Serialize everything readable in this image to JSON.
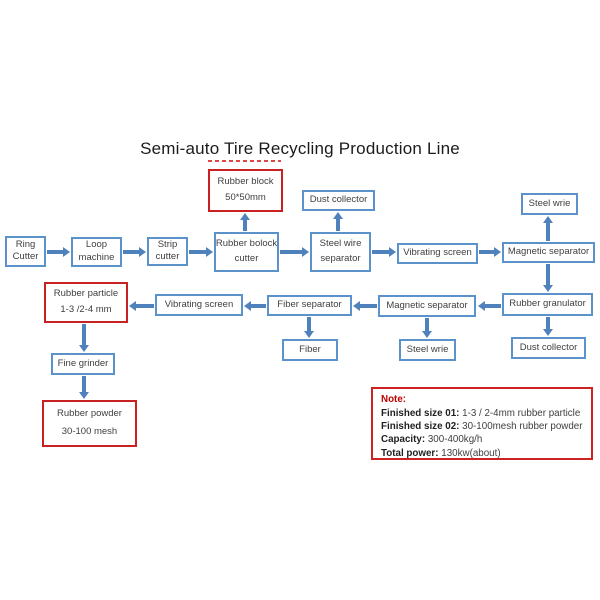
{
  "title": "Semi-auto Tire Recycling Production Line",
  "colors": {
    "box_border": "#5b92c9",
    "highlight_border": "#c92121",
    "arrow": "#4f81bd",
    "note_border": "#cc2222",
    "note_heading": "#c00000"
  },
  "nodes": {
    "ring_cutter": {
      "line1": "Ring",
      "line2": "Cutter"
    },
    "loop_machine": {
      "line1": "Loop",
      "line2": "machine"
    },
    "strip_cutter": {
      "line1": "Strip",
      "line2": "cutter"
    },
    "rubber_bolock_cutter": {
      "line1": "Rubber bolock",
      "line2": "cutter"
    },
    "steel_wire_separator": {
      "line1": "Steel wire",
      "line2": "separator"
    },
    "vibrating_screen_1": {
      "label": "Vibrating screen"
    },
    "magnetic_separator_1": {
      "label": "Magnetic separator"
    },
    "rubber_block": {
      "line1": "Rubber block",
      "line2": "50*50mm"
    },
    "dust_collector_top": {
      "label": "Dust collector"
    },
    "steel_wrie_top": {
      "label": "Steel wrie"
    },
    "rubber_particle": {
      "line1": "Rubber particle",
      "line2": "1-3 /2-4 mm"
    },
    "vibrating_screen_2": {
      "label": "Vibrating screen"
    },
    "fiber_separator": {
      "label": "Fiber separator"
    },
    "magnetic_separator_2": {
      "label": "Magnetic separator"
    },
    "rubber_granulator": {
      "label": "Rubber granulator"
    },
    "fiber": {
      "label": "Fiber"
    },
    "steel_wrie_mid": {
      "label": "Steel wrie"
    },
    "dust_collector_bottom": {
      "label": "Dust collector"
    },
    "fine_grinder": {
      "label": "Fine grinder"
    },
    "rubber_powder": {
      "line1": "Rubber powder",
      "line2": "30-100 mesh"
    }
  },
  "note": {
    "heading": "Note:",
    "lines": [
      {
        "label": "Finished size 01:",
        "value": "1-3 / 2-4mm rubber particle"
      },
      {
        "label": "Finished size 02:",
        "value": "30-100mesh rubber powder"
      },
      {
        "label": "Capacity:",
        "value": "300-400kg/h"
      },
      {
        "label": "Total power:",
        "value": "130kw(about)"
      }
    ]
  }
}
